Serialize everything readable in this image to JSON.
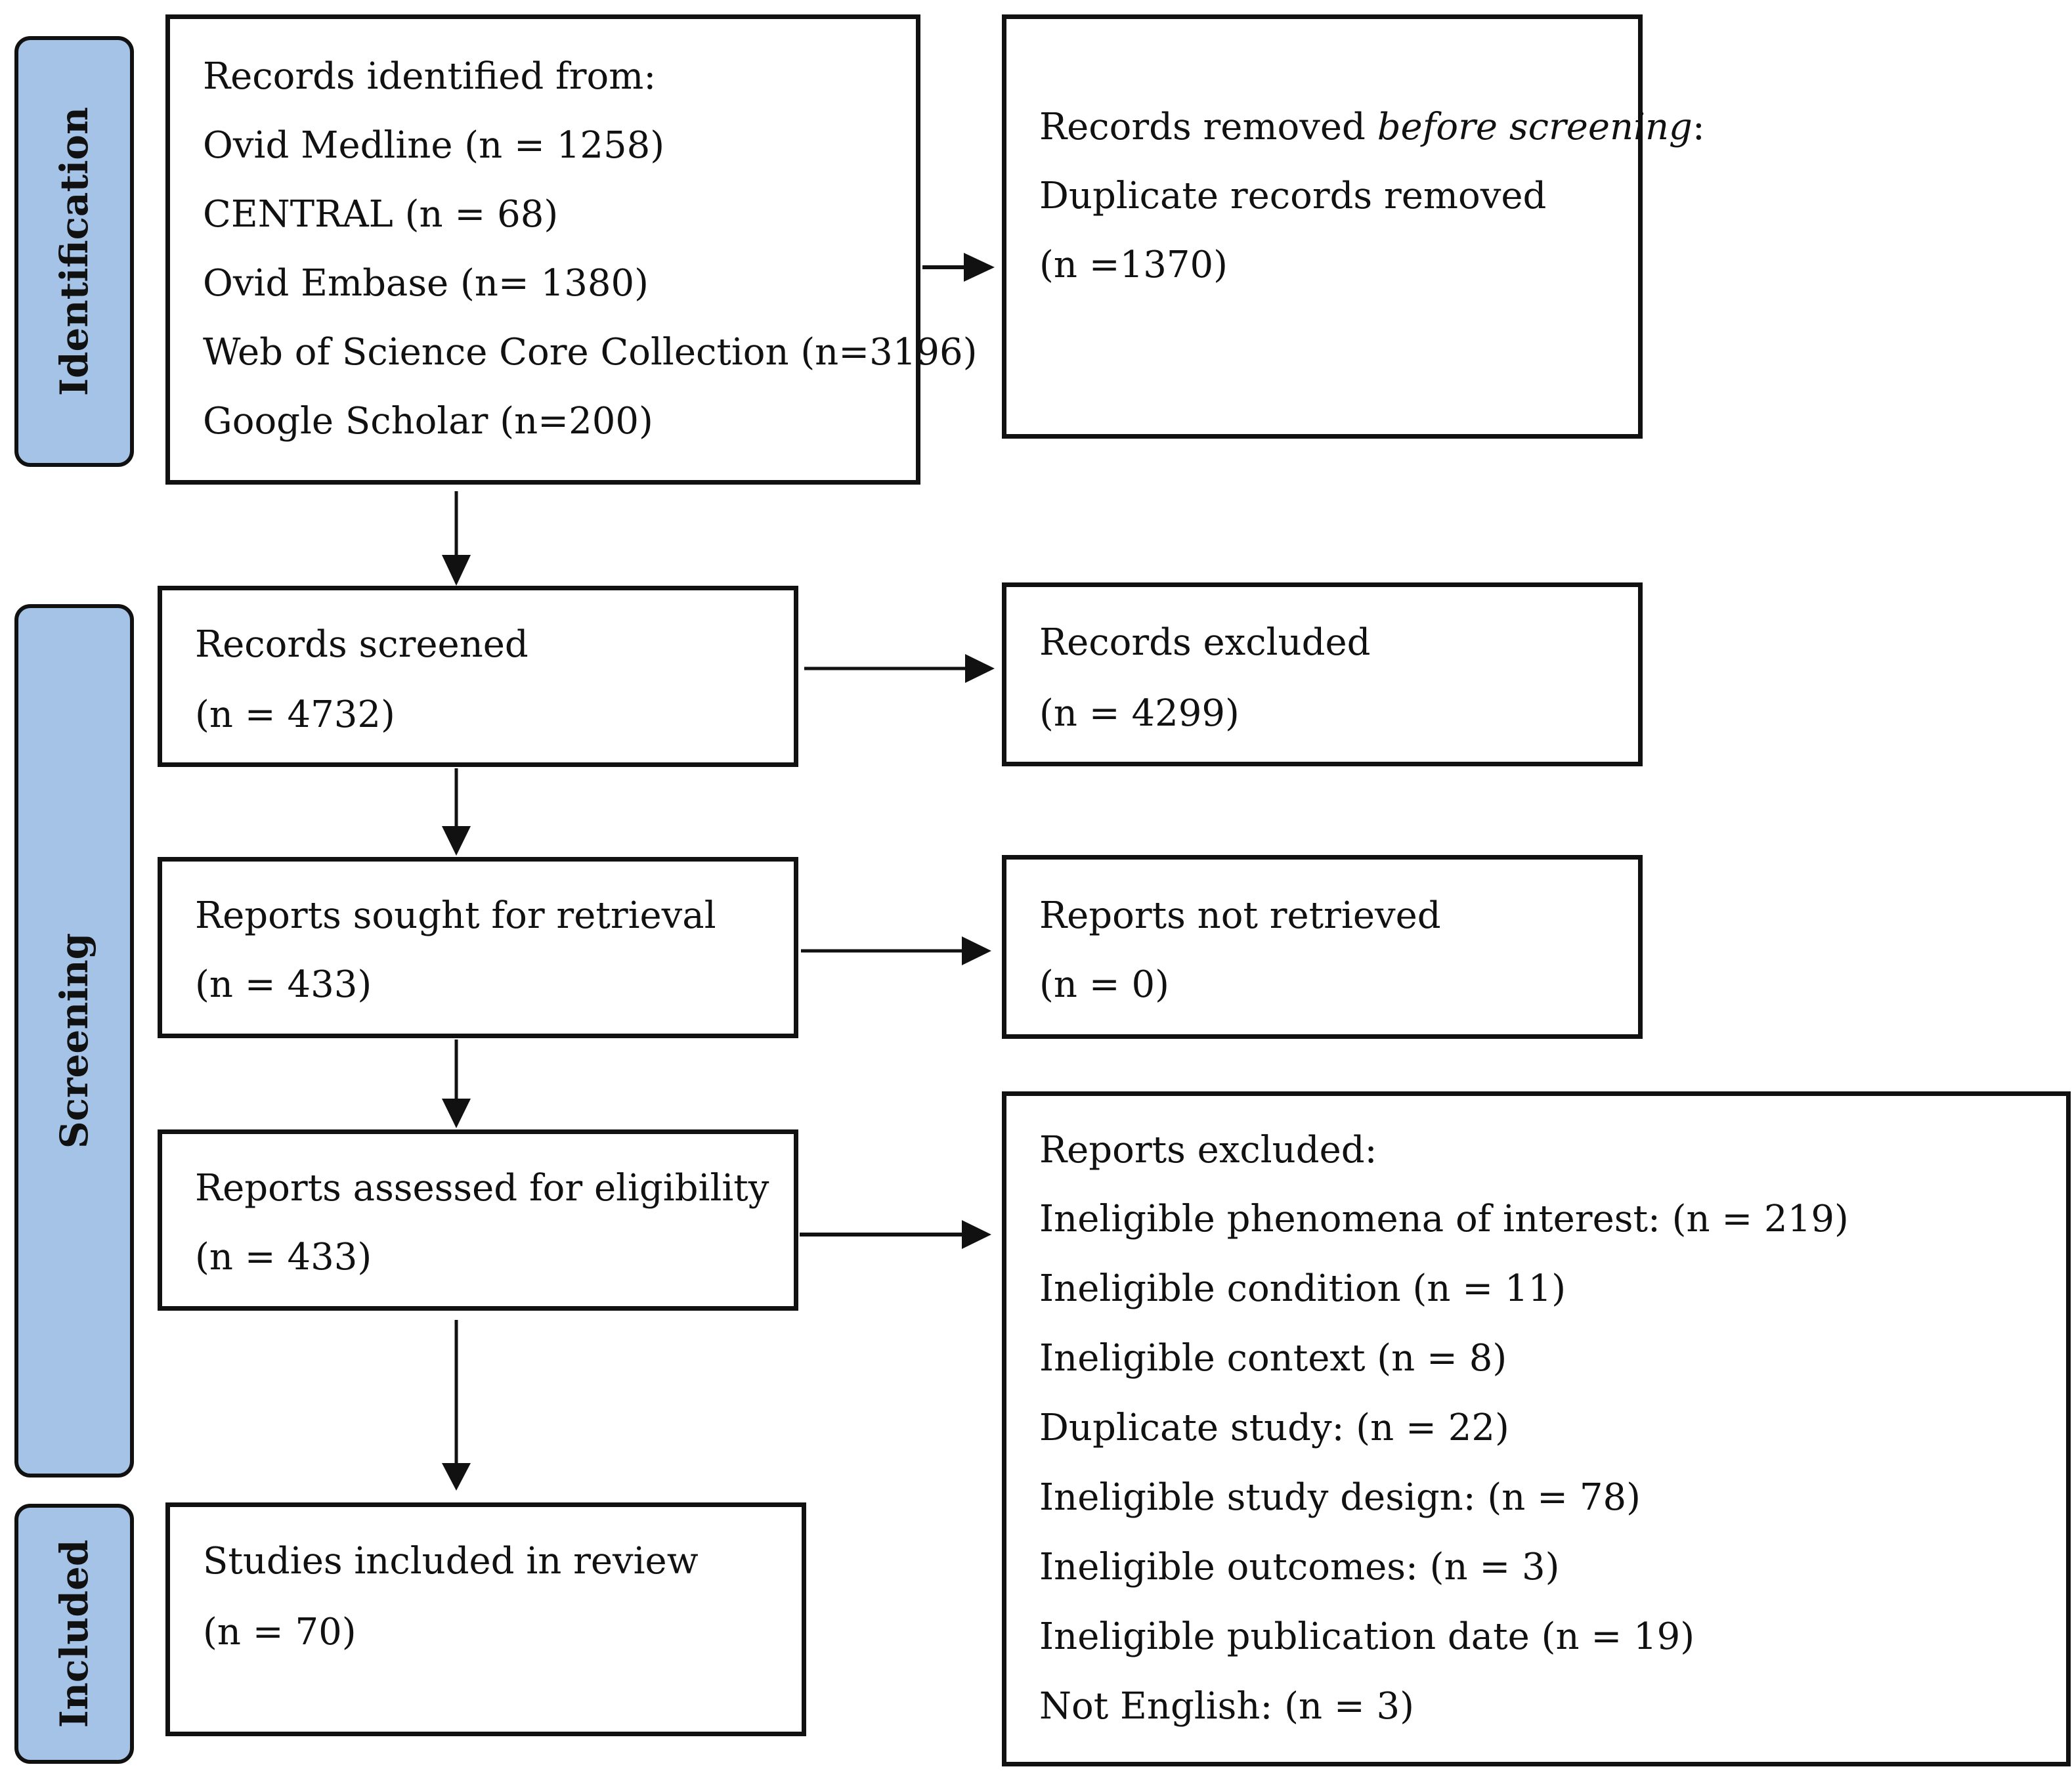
{
  "phases": {
    "identification": "Identification",
    "screening": "Screening",
    "included": "Included"
  },
  "identification_box": {
    "heading": "Records identified from:",
    "sources": [
      "Ovid Medline (n = 1258)",
      "CENTRAL (n = 68)",
      "Ovid Embase (n= 1380)",
      "Web of Science Core Collection (n=3196)",
      "Google Scholar (n=200)"
    ]
  },
  "removed_box": {
    "heading_prefix": "Records removed ",
    "heading_emphasis": "before screening",
    "heading_suffix": ":",
    "line1": "Duplicate records removed",
    "line2": "(n =1370)"
  },
  "screened_box": {
    "label": "Records screened",
    "count": "(n = 4732)"
  },
  "excluded_box": {
    "label": "Records excluded",
    "count": "(n = 4299)"
  },
  "retrieval_box": {
    "label": "Reports sought for retrieval",
    "count": "(n = 433)"
  },
  "not_retrieved_box": {
    "label": "Reports not retrieved",
    "count": "(n = 0)"
  },
  "eligibility_box": {
    "label": "Reports assessed for eligibility",
    "count": "(n = 433)"
  },
  "reports_excluded_box": {
    "heading": "Reports excluded:",
    "reasons": [
      "Ineligible phenomena of interest: (n = 219)",
      "Ineligible condition (n = 11)",
      "Ineligible context (n = 8)",
      "Duplicate study: (n = 22)",
      "Ineligible study design: (n = 78)",
      "Ineligible outcomes: (n = 3)",
      "Ineligible publication date (n = 19)",
      "Not English: (n = 3)"
    ]
  },
  "included_box": {
    "label": "Studies included in review",
    "count": "(n = 70)"
  }
}
